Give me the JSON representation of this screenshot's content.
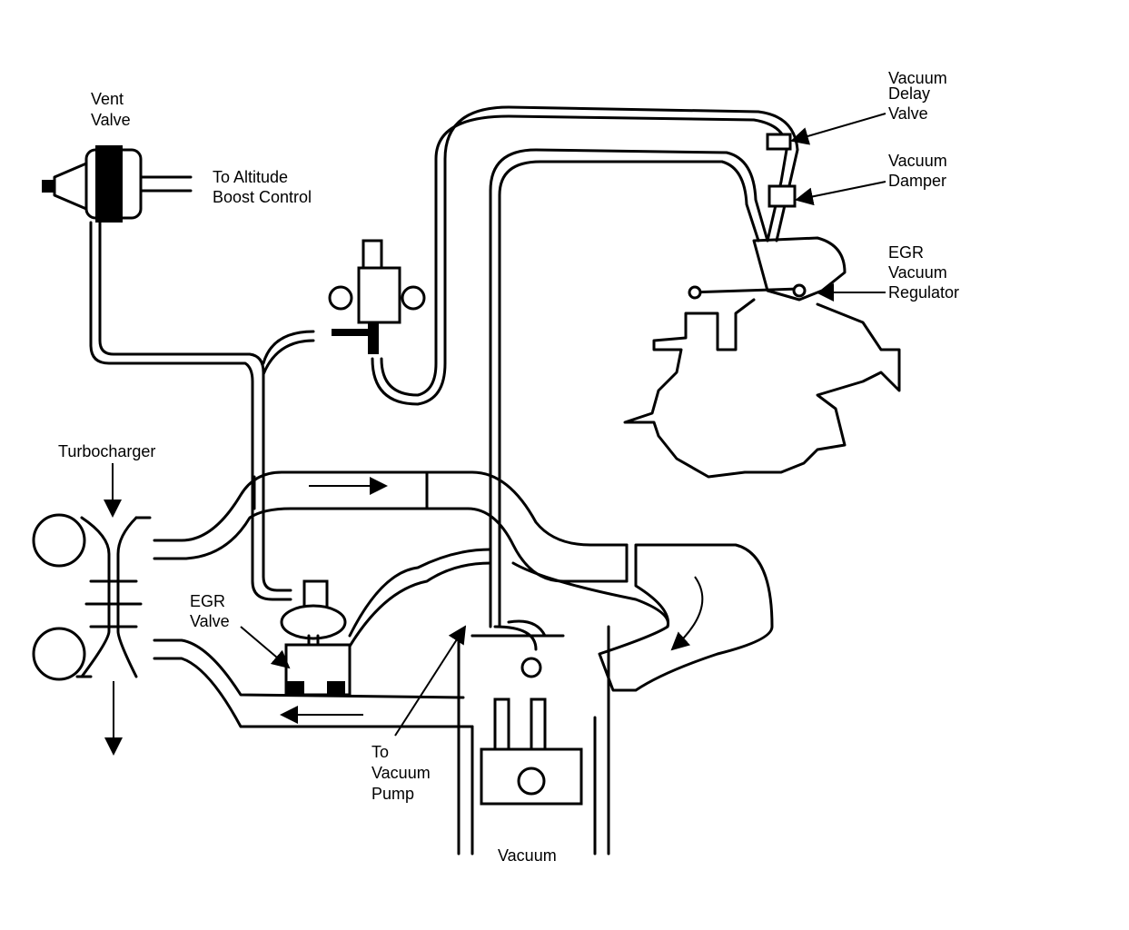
{
  "diagram": {
    "labels": {
      "vent_valve": [
        "Vent",
        "Valve"
      ],
      "altitude_boost": [
        "To Altitude",
        "Boost Control"
      ],
      "vacuum_delay_valve": [
        "Vacuum",
        "Delay",
        "Valve"
      ],
      "vacuum_damper": [
        "Vacuum",
        "Damper"
      ],
      "egr_vacuum_regulator": [
        "EGR",
        "Vacuum",
        "Regulator"
      ],
      "turbocharger": [
        "Turbocharger"
      ],
      "egr_valve": [
        "EGR",
        "Valve"
      ],
      "vacuum_pump": [
        "To",
        "Vacuum",
        "Pump"
      ],
      "vacuum": [
        "Vacuum"
      ]
    }
  }
}
